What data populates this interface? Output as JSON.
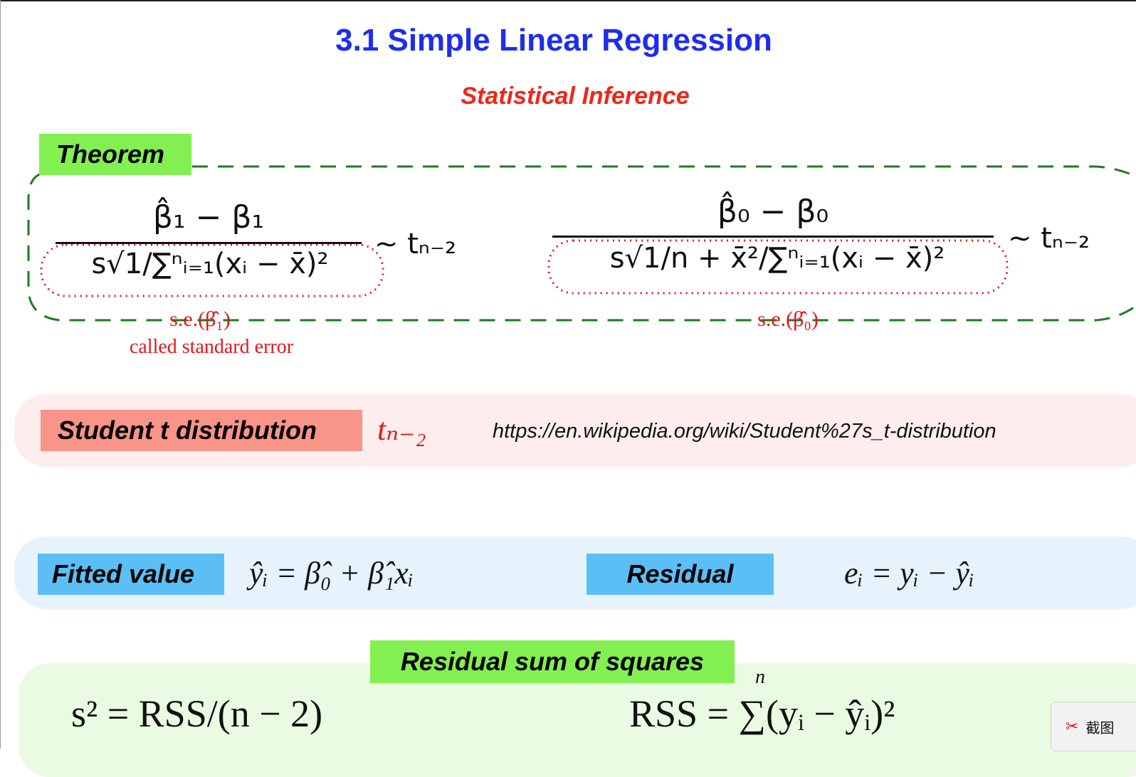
{
  "slide": {
    "title": "3.1 Simple Linear Regression",
    "subtitle": "Statistical Inference"
  },
  "theorem": {
    "label": "Theorem",
    "left": {
      "numerator": "β̂₁ − β₁",
      "denominator": "s√1/∑ⁿᵢ₌₁(xᵢ − x̄)²",
      "dist": "∼ tₙ₋₂",
      "se_label": "s.e.(β̂₁)",
      "se_caption": "called standard error"
    },
    "right": {
      "numerator": "β̂₀ − β₀",
      "denominator": "s√1/n + x̄²/∑ⁿᵢ₌₁(xᵢ − x̄)²",
      "dist": "∼ tₙ₋₂",
      "se_label": "s.e.(β̂₀)"
    }
  },
  "student": {
    "label": "Student t distribution",
    "symbol": "tₙ₋₂",
    "url": "https://en.wikipedia.org/wiki/Student%27s_t-distribution"
  },
  "fitted": {
    "label": "Fitted value",
    "formula": "ŷᵢ = β̂₀ + β̂₁xᵢ"
  },
  "residual": {
    "label": "Residual",
    "formula": "eᵢ = yᵢ − ŷᵢ"
  },
  "rss": {
    "label": "Residual sum of squares",
    "s2_formula": "s² = RSS/(n − 2)",
    "rss_formula": "RSS = ∑(yᵢ − ŷᵢ)²",
    "sum_upper": "n"
  },
  "taskbar": {
    "item_label": "截图"
  },
  "colors": {
    "title": "#1d2df0",
    "subtitle": "#f0261a",
    "green_label": "#83f052",
    "green_dash": "#1f7a1f",
    "red_dots": "#e3161b",
    "pink_panel": "#fdeeed",
    "salmon_label": "#f89488",
    "blue_panel": "#e7f3fc",
    "blue_label": "#5bbff5",
    "green_panel": "#eafbe3"
  }
}
